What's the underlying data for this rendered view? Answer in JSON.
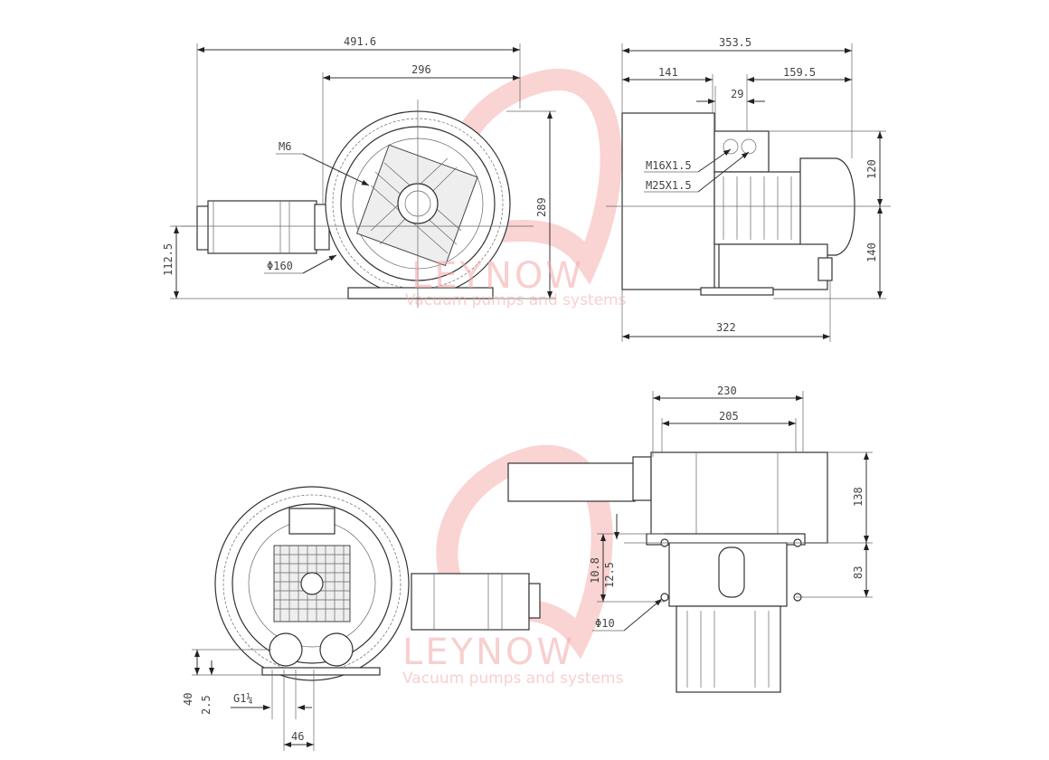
{
  "watermark": {
    "brand": "LEYNOW",
    "tagline": "Vacuum pumps and systems",
    "color": "#f4a9a9"
  },
  "front_view": {
    "overall_length": "491.6",
    "blower_width": "296",
    "height": "289",
    "shaft_height": "112.5",
    "thread": "M6",
    "bolt_circle": "Φ160"
  },
  "side_view": {
    "overall_width": "353.5",
    "left_offset": "141",
    "right_offset": "159.5",
    "gland_spacing": "29",
    "gland_small": "M16X1.5",
    "gland_large": "M25X1.5",
    "upper_height": "120",
    "lower_height": "140",
    "base_width": "322"
  },
  "bottom_front_view": {
    "flange_height": "40",
    "flange_thickness": "2.5",
    "port_thread": "G1¼",
    "port_offset": "46"
  },
  "bottom_side_view": {
    "foot_outer": "230",
    "foot_inner": "205",
    "upper_height": "138",
    "lower_height": "83",
    "hole_a": "10.8",
    "hole_b": "12.5",
    "hole_diameter": "Φ10"
  }
}
